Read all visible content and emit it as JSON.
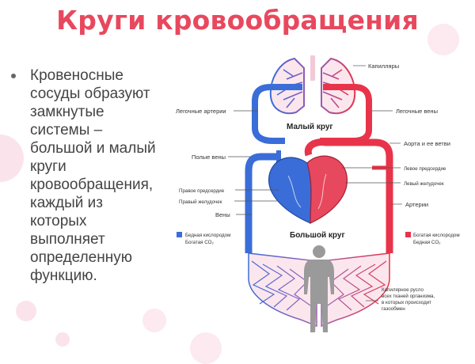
{
  "title": "Круги кровообращения",
  "bullet_text": "Кровеносные\nсосуды образуют\nзамкнутые\nсистемы –\nбольшой и малый\nкруги\nкровообращения,\nкаждый из\nкоторых\nвыполняет\nопределенную\nфункцию.",
  "colors": {
    "title": "#e8485e",
    "arterial": "#e8344a",
    "venous": "#3a6dd8",
    "bubble": "#fbe3ec"
  },
  "diagram": {
    "pulmonary_circle_label": "Малый круг",
    "systemic_circle_label": "Большой круг",
    "labels": {
      "capillaries": "Капилляры",
      "pulmonary_arteries": "Легочные артерии",
      "pulmonary_veins": "Легочные вены",
      "aorta": "Аорта и ее ветви",
      "vena_cava": "Полые вены",
      "left_atrium": "Левое предсердие",
      "left_ventricle": "Левый желудочек",
      "right_atrium": "Правое предсердие",
      "right_ventricle": "Правый желудочек",
      "veins": "Вены",
      "arteries": "Артерии",
      "capillary_bed_line1": "Капилярное русло",
      "capillary_bed_line2": "всех тканей организма,",
      "capillary_bed_line3": "в которых происходит",
      "capillary_bed_line4": "газообмен"
    },
    "legend": {
      "venous_line1": "Бедная кислородом",
      "venous_line2": "Богатая CO₂",
      "arterial_line1": "Богатая кислородом",
      "arterial_line2": "Бедная CO₂"
    }
  }
}
